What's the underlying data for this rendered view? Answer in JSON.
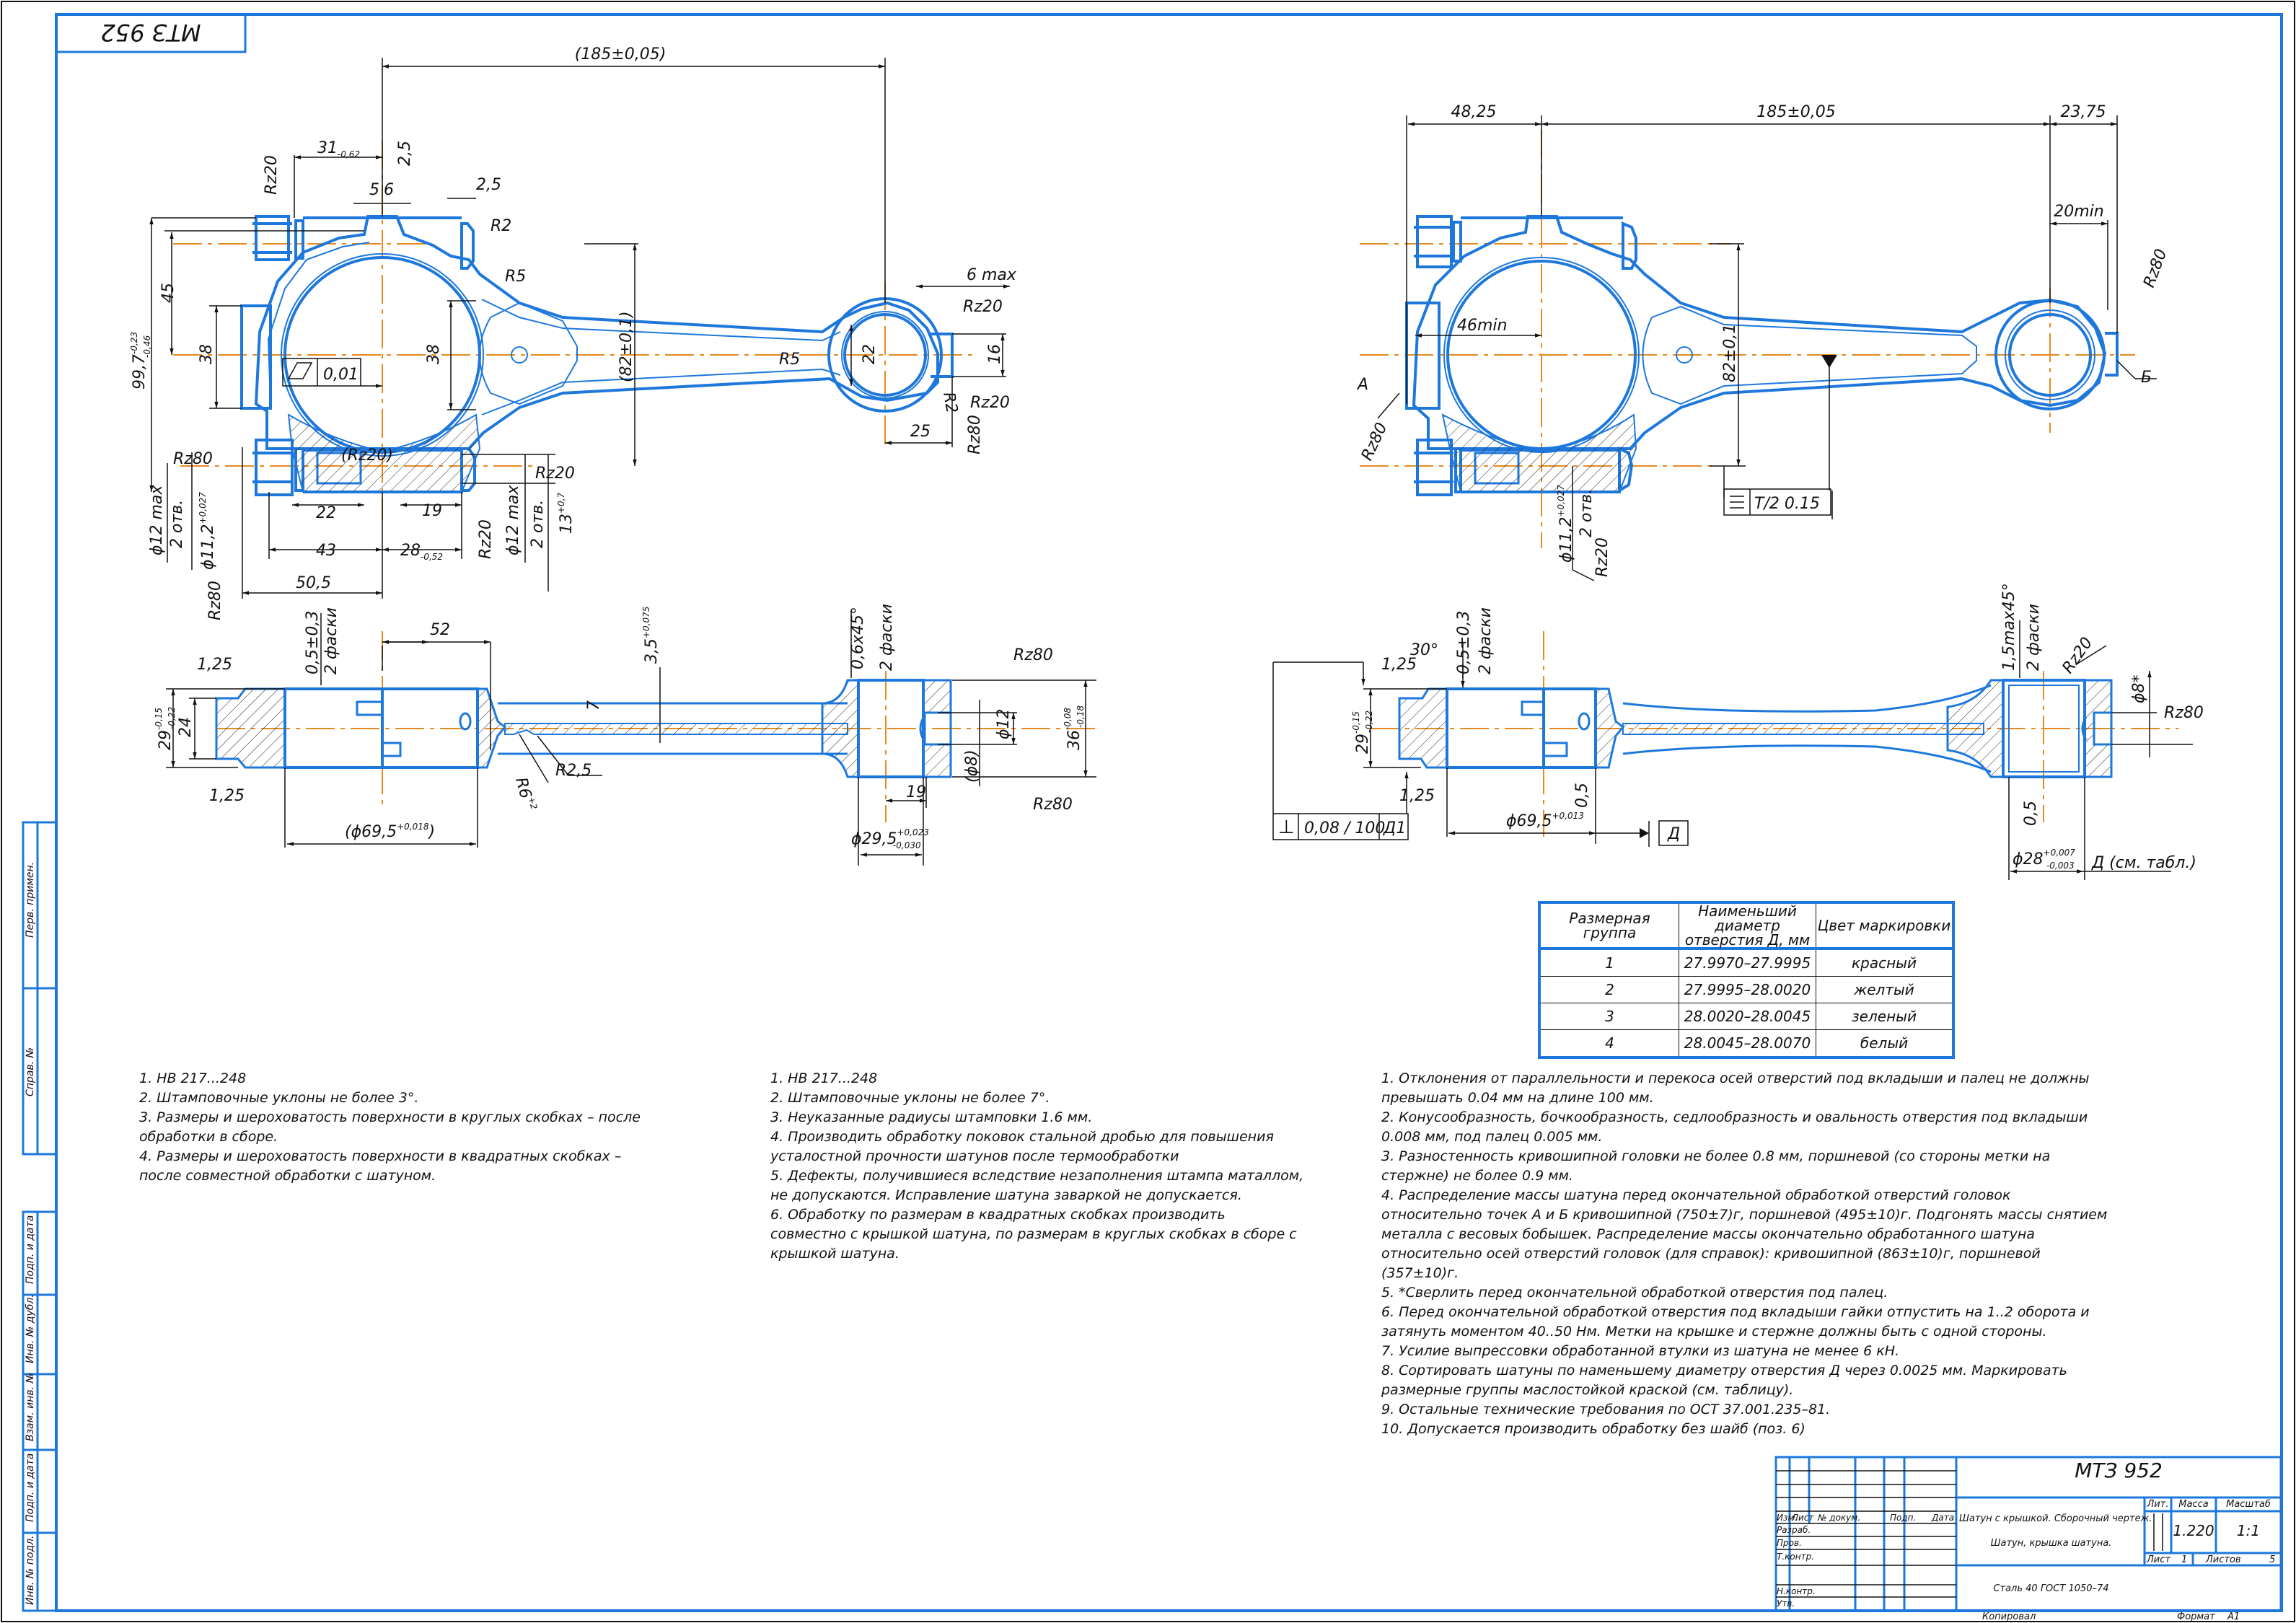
{
  "sheet": {
    "designation_mirrored": "МТЗ 952",
    "line_color": "#1e78dc",
    "axis_color": "#e68a1e",
    "dimension_color": "#111111"
  },
  "view_top_left": {
    "dims": {
      "center_distance": "(185±0,05)",
      "d31": "31",
      "d31_tol": "-0,62",
      "rz20_a": "Rz20",
      "rough_2_5": "2,5",
      "d5": "5",
      "d6": "6",
      "d2_5b": "2,5",
      "r2": "R2",
      "r5": "R5",
      "r5b": "R5",
      "h45": "45",
      "h99": "99,7",
      "h99_tol_up": "-0,23",
      "h99_tol_low": "-0,46",
      "h38a": "38",
      "h38b": "38",
      "parallel_tol": "0,01",
      "h82": "(82±0,1)",
      "d22": "22",
      "d16": "16",
      "six_max": "6 max",
      "rz20_b": "Rz20",
      "rz20_c": "Rz20",
      "r2b": "R2",
      "d25": "25",
      "rz80_a": "Rz80",
      "rz80_b": "Rz80",
      "rz20_bracket": "(Rz20)",
      "rz220": "Rz20",
      "dia12max_a": "ϕ12 max",
      "holes2_a": "2 отв.",
      "dia11_2": "ϕ11,2",
      "dia11_2_tol": "+0,027",
      "d22b": "22",
      "d19": "19",
      "d43": "43",
      "d28": "28",
      "d28_tol": "-0,52",
      "d50_5": "50,5",
      "rz20_d": "Rz20",
      "dia12max_b": "ϕ12 max",
      "holes2_b": "2 отв.",
      "d13": "13",
      "d13_tol": "+0,7",
      "rz80_c": "Rz80"
    }
  },
  "view_top_right": {
    "dims": {
      "d48_25": "48,25",
      "d185": "185±0,05",
      "d23_75": "23,75",
      "d20min": "20min",
      "rz80_a": "Rz80",
      "d46min": "46min",
      "h82": "82±0,1",
      "label_a": "А",
      "label_b": "Б",
      "rz80_b": "Rz80",
      "symmetry_tol": "T/2 0.15",
      "dia11_2": "ϕ11,2",
      "dia11_2_tol": "+0,027",
      "holes2": "2 отв.",
      "rz20": "Rz20"
    }
  },
  "view_bottom_left": {
    "dims": {
      "d52": "52",
      "chamfer": "0,5±0,3",
      "chamfers2": "2 фаски",
      "d3_5": "3,5",
      "d3_5_tol": "+0,075",
      "chamfer2": "0,6x45°",
      "chamfers2b": "2 фаски",
      "rz80_a": "Rz80",
      "r1_25a": "1,25",
      "r1_25b": "1,25",
      "h29": "29",
      "h29_tol_up": "-0,15",
      "h29_tol_low": "-0,22",
      "h24": "24",
      "d7": "7",
      "r2_5": "R2,5",
      "r6": "R6",
      "r6_tol": "+2",
      "dia69_5": "(ϕ69,5",
      "dia69_5_tol": "+0,018",
      "dia69_5_close": ")",
      "dia12": "ϕ12",
      "dia8": "(ϕ8)",
      "h36": "36",
      "h36_tol_up": "-0,08",
      "h36_tol_low": "-0,18",
      "d19": "19",
      "dia29_5": "ϕ29,5",
      "dia29_5_tol_up": "+0,023",
      "dia29_5_tol_low": "-0,030",
      "rz80_b": "Rz80"
    }
  },
  "view_bottom_right": {
    "dims": {
      "r1_25a": "1,25",
      "angle30": "30°",
      "chamfer": "0,5±0,3",
      "chamfers2": "2 фаски",
      "h29": "29",
      "h29_tol_up": "-0,15",
      "h29_tol_low": "-0,22",
      "r1_25b": "1,25",
      "perp_symbol": "⊥",
      "perp_tol": "0,08 / 100",
      "perp_datum": "Д1",
      "rough05a": "0,5",
      "dia69_5": "ϕ69,5",
      "dia69_5_tol": "+0,013",
      "datum_d": "Д",
      "chamfer2": "1,5max45°",
      "chamfers2b": "2 фаски",
      "rz20": "Rz20",
      "dia8": "ϕ8*",
      "rz80": "Rz80",
      "rough05b": "0,5",
      "dia28": "ϕ28",
      "dia28_tol_up": "+0,007",
      "dia28_tol_low": "-0,003",
      "d_ref": "Д (см. табл.)"
    }
  },
  "size_group_table": {
    "headers": [
      "Размерная группа",
      "Наименьший диаметр отверстия Д, мм",
      "Цвет маркировки"
    ],
    "rows": [
      [
        "1",
        "27.9970–27.9995",
        "красный"
      ],
      [
        "2",
        "27.9995–28.0020",
        "желтый"
      ],
      [
        "3",
        "28.0020–28.0045",
        "зеленый"
      ],
      [
        "4",
        "28.0045–28.0070",
        "белый"
      ]
    ]
  },
  "notes_left": [
    "1. НВ 217...248",
    "2. Штамповочные уклоны не более 3°.",
    "3. Размеры и шероховатость поверхности в круглых скобках – после обработки в сборе.",
    "4. Размеры и шероховатость поверхности в квадратных скобках – после совместной обработки с шатуном."
  ],
  "notes_middle": [
    "1. НВ 217...248",
    "2. Штамповочные уклоны не более 7°.",
    "3. Неуказанные радиусы штамповки 1.6 мм.",
    "4. Производить обработку поковок стальной дробью для повышения усталостной прочности шатунов после термообработки",
    "5. Дефекты, получившиеся вследствие незаполнения штампа маталлом, не допускаются. Исправление шатуна заваркой не допускается.",
    "6. Обработку по размерам в квадратных скобках производить совместно с крышкой шатуна, по размерам в круглых скобках в сборе с крышкой шатуна."
  ],
  "notes_right": [
    "1. Отклонения от параллельности и перекоса осей отверстий под вкладыши и палец не  должны превышать 0.04 мм на длине 100 мм.",
    "2. Конусообразность, бочкообразность, седлообразность и овальность  отверстия под вкладыши 0.008 мм, под палец 0.005 мм.",
    "3. Разностенность кривошипной головки не более 0.8 мм, поршневой (со стороны метки на стержне) не более 0.9 мм.",
    "4. Распределение массы шатуна перед окончательной обработкой отверстий головок относительно точек А и Б кривошипной (750±7)г, поршневой (495±10)г. Подгонять массы снятием металла с весовых бобышек. Распределение массы окончательно обработанного шатуна относительно осей отверстий головок (для справок): кривошипной (863±10)г, поршневой (357±10)г.",
    "5. *Сверлить перед окончательной обработкой отверстия под палец.",
    "6. Перед окончательной обработкой отверстия под вкладыши гайки отпустить на 1..2 оборота и затянуть моментом 40..50 Нм. Метки на крышке и стержне должны быть с одной стороны.",
    "7. Усилие выпрессовки обработанной втулки из шатуна не менее 6 кН.",
    "8. Сортировать шатуны по наменьшему диаметру отверстия Д через 0.0025 мм. Маркировать размерные группы маслостойкой краской (см. таблицу).",
    "9. Остальные технические требования по ОСТ 37.001.235–81.",
    "10. Допускается производить обработку без шайб (поз. 6)"
  ],
  "side_stamp": {
    "top": [
      "Перв. примен.",
      "Справ. №"
    ],
    "bottom": [
      "Подп. и дата",
      "Инв. № дубл.",
      "Взам. инв. №",
      "Подп. и дата",
      "Инв. № подл."
    ]
  },
  "title_block": {
    "designation": "МТЗ 952",
    "col_headers": [
      "Изм.",
      "Лист",
      "№ докум.",
      "Подп.",
      "Дата"
    ],
    "roles": [
      "Разраб.",
      "Пров.",
      "Т.контр.",
      "",
      "Н.контр.",
      "Утв."
    ],
    "name_line1": "Шатун с крышкой.  Сборочный чертеж.",
    "name_line2": "Шатун, крышка шатуна.",
    "lit_label": "Лит.",
    "mass_label": "Масса",
    "scale_label": "Масштаб",
    "mass_value": "1.220",
    "scale_value": "1:1",
    "sheet_label": "Лист",
    "sheet_value": "1",
    "sheets_label": "Листов",
    "sheets_value": "5",
    "material": "Сталь 40 ГОСТ 1050–74",
    "copied_label": "Копировал",
    "format_label": "Формат",
    "format_value": "A1"
  }
}
